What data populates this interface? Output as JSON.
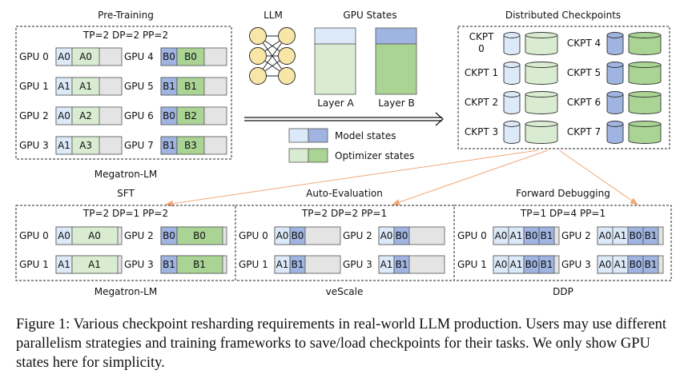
{
  "colors": {
    "model_state": "#dce9f8",
    "model_state_dark": "#9fb4e0",
    "optimizer_state": "#d9ecd2",
    "optimizer_state_dark": "#a9d494",
    "empty": "#e4e4e4",
    "arrow": "#f0a878"
  },
  "pretraining": {
    "title": "Pre-Training",
    "config": "TP=2 DP=2 PP=2",
    "framework": "Megatron-LM",
    "gpus": [
      {
        "label": "GPU 0",
        "m": "A0",
        "o": "A0"
      },
      {
        "label": "GPU 1",
        "m": "A1",
        "o": "A1"
      },
      {
        "label": "GPU 2",
        "m": "A0",
        "o": "A2"
      },
      {
        "label": "GPU 3",
        "m": "A1",
        "o": "A3"
      },
      {
        "label": "GPU 4",
        "m": "B0",
        "o": "B0"
      },
      {
        "label": "GPU 5",
        "m": "B1",
        "o": "B1"
      },
      {
        "label": "GPU 6",
        "m": "B0",
        "o": "B2"
      },
      {
        "label": "GPU 7",
        "m": "B1",
        "o": "B3"
      }
    ]
  },
  "llm": {
    "title": "LLM"
  },
  "gpu_states": {
    "title": "GPU States",
    "layer_a": "Layer A",
    "layer_b": "Layer B"
  },
  "legend": {
    "model": "Model states",
    "optimizer": "Optimizer states"
  },
  "checkpoints": {
    "title": "Distributed Checkpoints",
    "items": [
      "CKPT 0",
      "CKPT 1",
      "CKPT 2",
      "CKPT 3",
      "CKPT 4",
      "CKPT 5",
      "CKPT 6",
      "CKPT 7"
    ]
  },
  "sft": {
    "title": "SFT",
    "config": "TP=2 DP=1 PP=2",
    "framework": "Megatron-LM",
    "gpus": [
      {
        "label": "GPU 0",
        "m": "A0",
        "o": "A0"
      },
      {
        "label": "GPU 1",
        "m": "A1",
        "o": "A1"
      },
      {
        "label": "GPU 2",
        "m": "B0",
        "o": "B0"
      },
      {
        "label": "GPU 3",
        "m": "B1",
        "o": "B1"
      }
    ]
  },
  "autoeval": {
    "title": "Auto-Evaluation",
    "config": "TP=2 DP=2 PP=1",
    "framework": "veScale",
    "gpus": [
      {
        "label": "GPU 0",
        "a": "A0",
        "b": "B0"
      },
      {
        "label": "GPU 1",
        "a": "A1",
        "b": "B1"
      },
      {
        "label": "GPU 2",
        "a": "A0",
        "b": "B0"
      },
      {
        "label": "GPU 3",
        "a": "A1",
        "b": "B1"
      }
    ]
  },
  "fwddebug": {
    "title": "Forward Debugging",
    "config": "TP=1 DP=4 PP=1",
    "framework": "DDP",
    "gpus": [
      {
        "label": "GPU 0",
        "cells": [
          "A0",
          "A1",
          "B0",
          "B1"
        ]
      },
      {
        "label": "GPU 1",
        "cells": [
          "A0",
          "A1",
          "B0",
          "B1"
        ]
      },
      {
        "label": "GPU 2",
        "cells": [
          "A0",
          "A1",
          "B0",
          "B1"
        ]
      },
      {
        "label": "GPU 3",
        "cells": [
          "A0",
          "A1",
          "B0",
          "B1"
        ]
      }
    ]
  },
  "caption": "Figure 1: Various checkpoint resharding requirements in real-world LLM production. Users may use different parallelism strategies and training frameworks to save/load checkpoints for their tasks. We only show GPU states here for simplicity."
}
